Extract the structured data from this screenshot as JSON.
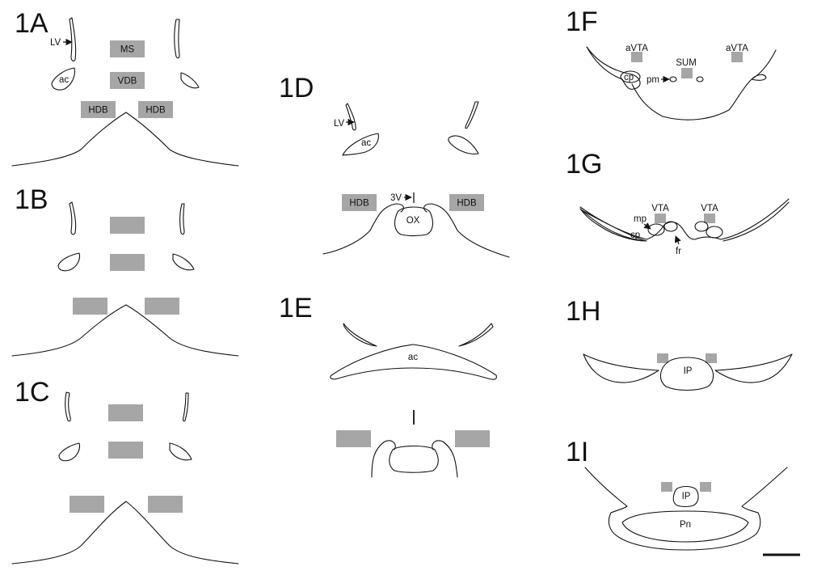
{
  "figure": {
    "background_color": "#ffffff",
    "box_color": "#a6a6a6",
    "line_color": "#111111",
    "panels": [
      {
        "id": "1A",
        "label": "1A",
        "boxes": [
          "MS",
          "VDB",
          "HDB",
          "HDB"
        ],
        "labels": [
          "LV",
          "ac"
        ]
      },
      {
        "id": "1B",
        "label": "1B",
        "boxes": [
          "",
          "",
          "",
          ""
        ],
        "labels": []
      },
      {
        "id": "1C",
        "label": "1C",
        "boxes": [
          "",
          "",
          "",
          ""
        ],
        "labels": []
      },
      {
        "id": "1D",
        "label": "1D",
        "boxes": [
          "HDB",
          "HDB"
        ],
        "labels": [
          "LV",
          "ac",
          "3V",
          "OX"
        ]
      },
      {
        "id": "1E",
        "label": "1E",
        "boxes": [
          "",
          ""
        ],
        "labels": [
          "ac"
        ]
      },
      {
        "id": "1F",
        "label": "1F",
        "boxes": [
          "",
          "",
          ""
        ],
        "labels": [
          "aVTA",
          "aVTA",
          "SUM",
          "cp",
          "pm"
        ]
      },
      {
        "id": "1G",
        "label": "1G",
        "boxes": [
          "",
          ""
        ],
        "labels": [
          "VTA",
          "VTA",
          "mp",
          "cp",
          "fr"
        ]
      },
      {
        "id": "1H",
        "label": "1H",
        "boxes": [
          "",
          ""
        ],
        "labels": [
          "IP"
        ]
      },
      {
        "id": "1I",
        "label": "1I",
        "boxes": [
          "",
          ""
        ],
        "labels": [
          "IP",
          "Pn"
        ]
      }
    ]
  }
}
